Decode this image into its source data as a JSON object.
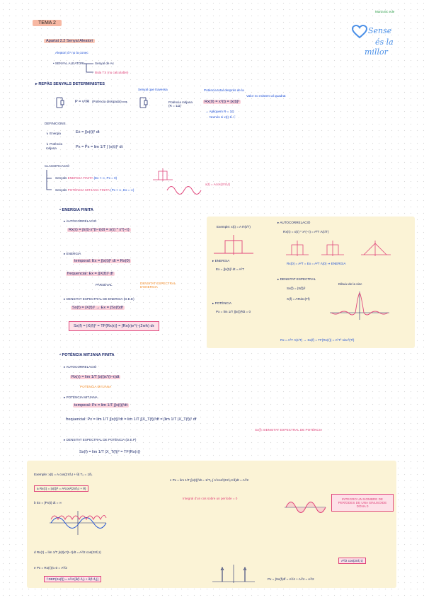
{
  "header": {
    "topic_tag": "TEMA 2",
    "section_tag": "Apartat 2.2  Senyal Aleatori",
    "question": "Aleatori ó? no la conec",
    "logo": {
      "small_text": "Marta Bc ede",
      "line1": "Sense",
      "line2": "és la",
      "line3": "millor"
    }
  },
  "random_signal": {
    "label": "• SENYAL ALEATORI",
    "arrow1": "Senyal de Ax",
    "arrow2": "Bola TX (no calculable)"
  },
  "section_deterministic": {
    "title": "▸ REPÀS SENYALS DETERMINISTES",
    "power_formula": "P = v²/R",
    "power_note": "(Potència dissipada)",
    "note_top": "Senyal que travessa",
    "note_power_mean": "Potència mitjana (R = 1Ω)",
    "note_autocorr": "Potència total després de la",
    "eq_Rx": "Rx(0) = x²(t) = |x(t)|²",
    "note_ideal": "Valor no existent al quadrat",
    "note_below": "→ Apliquem R = 1Ω",
    "note_below2": "Només si x(t) ∈ ℂ"
  },
  "definitions": {
    "title": "DEFINICIONS",
    "energy_label": "↳ Energia",
    "energy_eq": "Ex = ∫|x(t)|² dt",
    "power_label": "↳ Potència mitjana",
    "power_eq": "Px = P̄x = lim 1/T ∫ |x(t)|² dt"
  },
  "classification": {
    "title": "CLASSIFICACIÓ",
    "item1_prefix": "Senyals",
    "item1_hl": "ENERGIA FINITA",
    "item1_cond": "(Ex < ∞, Px = 0)",
    "item2_prefix": "Senyals",
    "item2_hl": "POTÈNCIA MITJANA FINITA",
    "item2_cond": "(Px < ∞, Ex = ∞)",
    "wave_label": "x(t) = Acos(2πf₀t)"
  },
  "energy_finite": {
    "title": "• ENERGIA FINITA",
    "autocorr_title": "▸ AUTOCORRELACIÓ",
    "autocorr_eq": "Rx(τ) = ∫x(t)·x*(t−τ)dt = x(τ) * x*(−τ)",
    "energy_title": "▸ ENERGIA",
    "energy_temporal": "temporal: Ex = ∫|x(t)|² dt = Rx(0)",
    "energy_freq": "frequencial: Ex = ∫|X(f)|² df",
    "parseval": "PARSEVAL",
    "dens_label": "DENSITAT ESPECTRAL D'ENERGIA",
    "dens_title": "▸ DENSITAT ESPECTRAL DE ENERGIA (D.E.E)",
    "dens_eq1": "Sx(f) = |X(f)|² → Ex = ∫Sx(f)df",
    "dens_eq2": "Sx(f) = |X(f)|² = TF{Rx(τ)} = ∫Rx(τ)e^(−j2πfτ) dτ"
  },
  "example_panel": {
    "ex_title": "Exemple: x(t) = A Π(t/T)",
    "autocorr": "▸ AUTOCORRELACIÓ",
    "autocorr_eq": "Rx(τ) = x(τ) * x*(−τ) = A²T Λ(τ/T)",
    "autocorr_result": "Rx(0) = A²T = Ex = A²T Λ(0) ⇒ ENERGIA",
    "energy_title": "▸ ENERGIA",
    "energy_eq": "Ex = ∫|x(t)|² dt = A²T",
    "density_title": "▸ DENSITAT ESPECTRAL",
    "density_eq1": "Sx(f) = |X(f)|²",
    "density_eq2": "X(f) = ATsinc(Tf)",
    "sinc_label": "Dibuix de la sinc",
    "power_title": "▸ POTÈNCIA",
    "power_eq": "Px = lim 1/T ∫|x(t)|²dt = 0",
    "final_eq": "Rx = A²T Λ(τ/T) → Sx(f) = TF{Rx(τ)} = A²T² sinc²(Tf)"
  },
  "power_finite": {
    "title": "• POTÈNCIA MITJANA FINITA",
    "autocorr_title": "▸ AUTOCORRELACIÓ",
    "autocorr_eq": "Rx(τ) = lim 1/T ∫x(t)x*(t−τ)dt",
    "autocorr_note": "POTÈNCIA MITJANA",
    "power_title": "▸ POTÈNCIA MITJANA",
    "power_temporal": "temporal: Px = lim 1/T ∫|x(t)|²dt",
    "power_freq": "frequencial: Px = lim 1/T ∫|x(t)|²dt = lim 1/T ∫|X_T(f)|²df = ∫lim 1/T |X_T(f)|² df",
    "dens_note": "Sx(f): DENSITAT ESPECTRAL DE POTÈNCIA",
    "dens_title": "▸ DENSITAT ESPECTRAL DE POTÈNCIA (D.E.P)",
    "dens_eq": "Sx(f) = lim 1/T |X_T(f)|² = TF{Rx(τ)}"
  },
  "bottom_panel": {
    "ex_title": "Exemple: x(t) = A cos(2πf₀t + θ)   T₀ = 1/f₀",
    "step_a": "a  Rx(τ) = |x(t)|² = A²cos²(2πf₀t + θ)",
    "step_b": "b  Ex = ∫Px(t) dt = ∞",
    "step_c": "c  Px = lim 1/T ∫|x(t)|²dt = 1/T₀ ∫ A²cos²(2πf₀t+θ)dt = A²/2",
    "period_note": "Integral d'un cos sobre un període = 0",
    "box_note": "INTEGRO UN NOMBRE DE PERÍODES DE UNA SINUSOIDE DÓNA 0",
    "step_d": "d  Rx(τ) = lim 1/T ∫x(t)x*(t−τ)dt = A²/2 cos(2πf₀τ)",
    "step_e": "e  Px = Rx(τ)|τ=0 = A²/2",
    "step_f": "f  DEP(Sx(f)) = A²/4 [δ(f−f₀) + δ(f+f₀)]",
    "final": "Px = ∫Sx(f)df = A²/4 + A²/4 = A²/2",
    "result_box": "A²/2 cos(2πf₀τ)"
  }
}
